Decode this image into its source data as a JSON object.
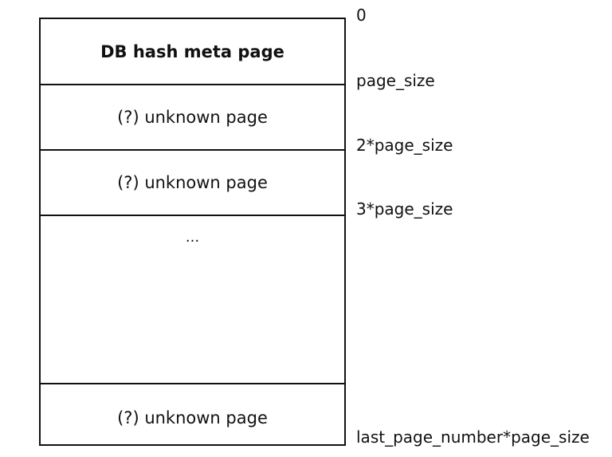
{
  "blocks": {
    "meta": "DB hash meta page",
    "page1": "(?) unknown page",
    "page2": "(?) unknown page",
    "ellipsis": "...",
    "last_page": "(?) unknown page"
  },
  "offsets": {
    "start": "0",
    "first": "page_size",
    "second": "2*page_size",
    "third": "3*page_size",
    "last": "last_page_number*page_size"
  }
}
